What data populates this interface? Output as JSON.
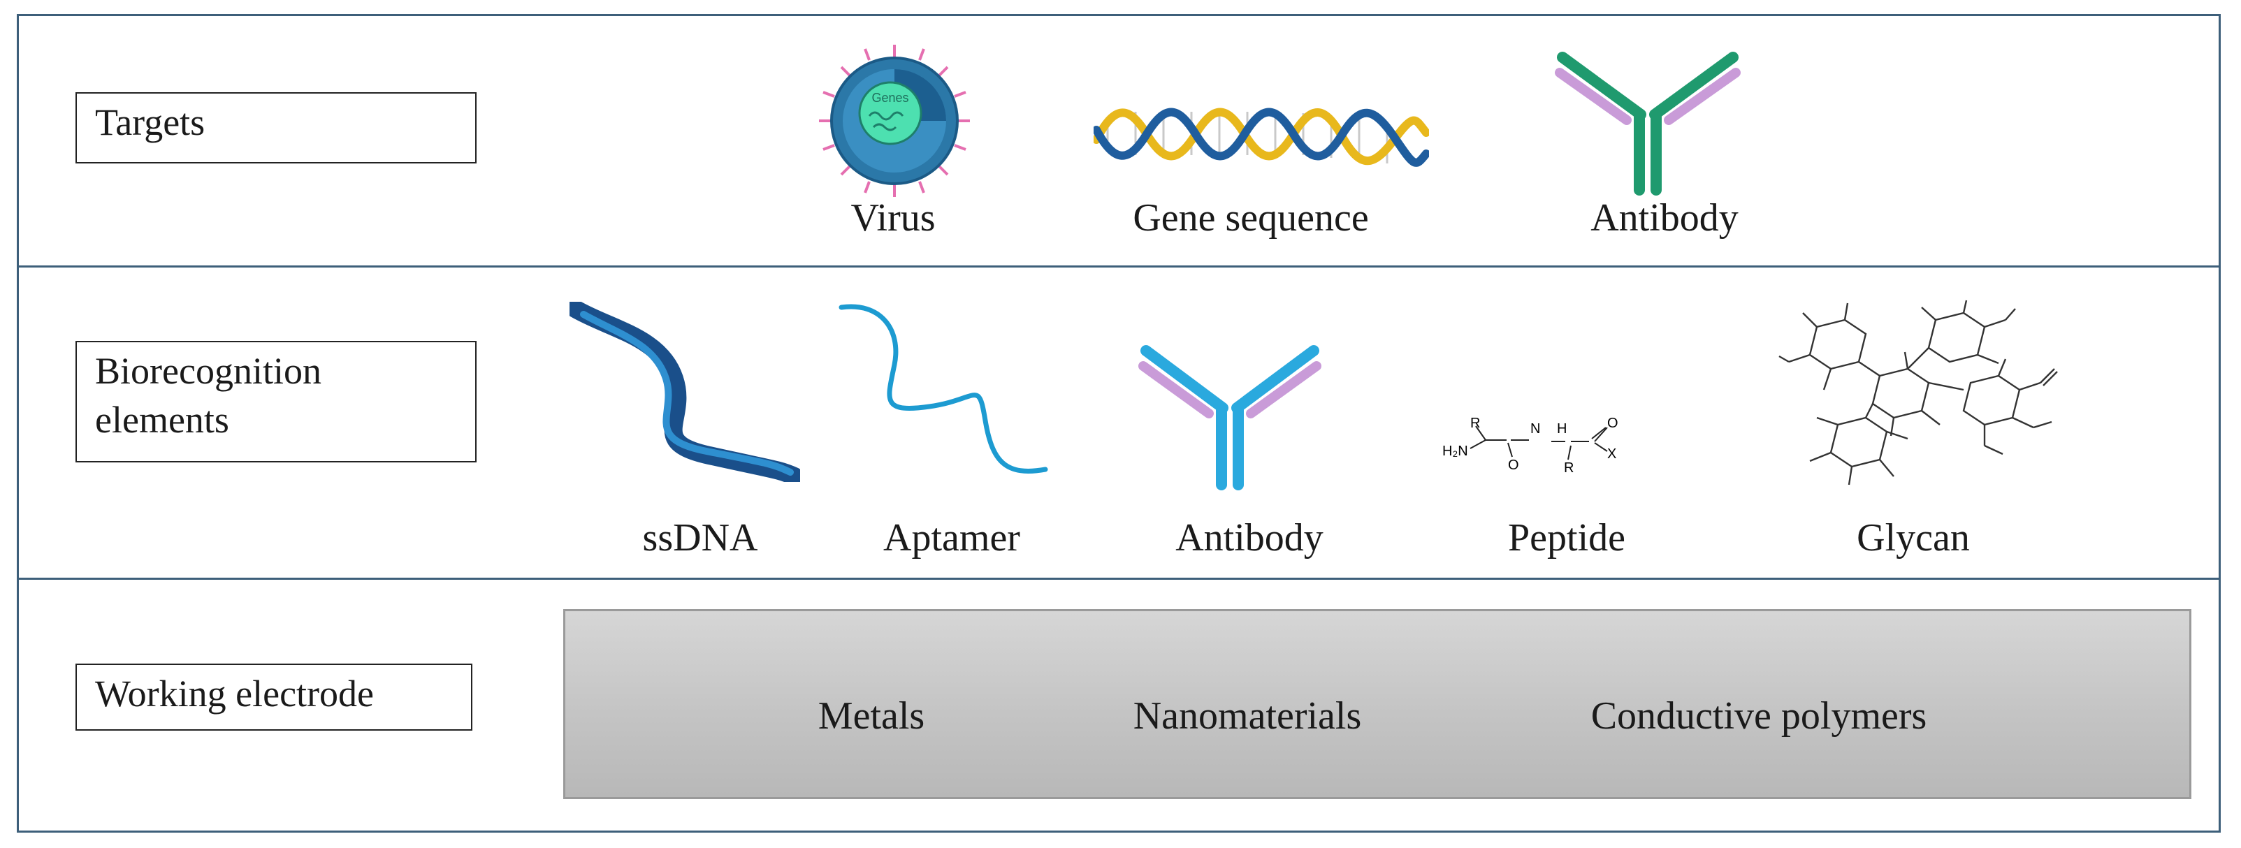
{
  "rows": {
    "targets": {
      "label": "Targets",
      "items": [
        {
          "caption": "Virus",
          "icon": "virus-icon",
          "core_text": "Genes"
        },
        {
          "caption": "Gene sequence",
          "icon": "dna-double-helix-icon"
        },
        {
          "caption": "Antibody",
          "icon": "antibody-icon"
        }
      ]
    },
    "biorecognition": {
      "label_line1": "Biorecognition",
      "label_line2": "elements",
      "items": [
        {
          "caption": "ssDNA",
          "icon": "ssdna-ribbon-icon"
        },
        {
          "caption": "Aptamer",
          "icon": "aptamer-strand-icon"
        },
        {
          "caption": "Antibody",
          "icon": "antibody-icon"
        },
        {
          "caption": "Peptide",
          "icon": "peptide-structure-icon",
          "atoms": {
            "r1": "R",
            "r2": "R",
            "n_h": "N",
            "h": "H",
            "h2n": "H₂N",
            "o1": "O",
            "o2": "O",
            "x": "X"
          }
        },
        {
          "caption": "Glycan",
          "icon": "glycan-structure-icon"
        }
      ]
    },
    "electrode": {
      "label": "Working electrode",
      "materials": [
        "Metals",
        "Nanomaterials",
        "Conductive polymers"
      ]
    }
  },
  "colors": {
    "frame": "#3d5f7a",
    "virus_shell": "#2b78a8",
    "virus_core": "#4de0b0",
    "virus_spikes": "#e56fb0",
    "dna_gold": "#e8b81c",
    "dna_blue": "#1f5d9e",
    "antibody_target": "#1f9a6e",
    "antibody_bio": "#2aa9de",
    "antibody_light": "#c99bd8",
    "ribbon_dark": "#1a4f8a",
    "ribbon_light": "#2e8fd0",
    "aptamer": "#1d9bd1",
    "electrode_fill": "#c8c8c8"
  }
}
